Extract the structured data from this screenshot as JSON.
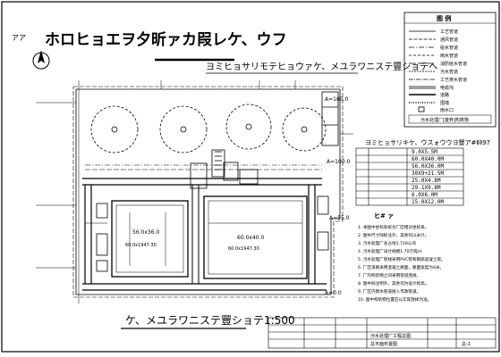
{
  "drawing": {
    "corner_code": "アア",
    "title": "ホロヒョエヲ夕昕ァカ叚レケ、ウフ",
    "subtitle": "ヨミヒョサリモテヒョウァケ、メユラワニステ豐ショテヘ",
    "plan_caption": "ケ、メユラワニステ豐ショテ1:500",
    "compass_label": "N",
    "legend_header": "图 例",
    "legend_items": [
      "工艺管道",
      "通风管道",
      "给水管道",
      "雨水管道",
      "消防给水管道",
      "污水管道",
      "工艺排水管道",
      "电缆沟",
      "道路",
      "围墙",
      "雨水口"
    ],
    "legend_special_item": "污水处理厂[废弃]构筑物",
    "structures_table_title": "ヨミヒョサリキケ、ウスォウウヨ豐ア#ⅡⅡ97",
    "structures_table_rows": [
      {
        "name": "",
        "size": "9.0X5.5M"
      },
      {
        "name": "",
        "size": "60.0X40.0M"
      },
      {
        "name": "",
        "size": "56.0X36.0M"
      },
      {
        "name": "",
        "size": "30X9+21.5M"
      },
      {
        "name": "",
        "size": "25.0X4.8M"
      },
      {
        "name": "",
        "size": "29.1X9.8M"
      },
      {
        "name": "",
        "size": "6.0X6.0M"
      },
      {
        "name": "",
        "size": "15.0X12.0M"
      }
    ],
    "notes_header": "ヒ# ァ",
    "notes": [
      "1. 本图中坐标系统为厂区相对坐标系。",
      "2. 图中尺寸除标注外，其余均以米计。",
      "3. 污水处理厂总占地1.728公顷",
      "4. 污水处理厂设计规模1.70万吨/d",
      "5. 污水处理厂管线采用PVC管和钢筋混凝土管。",
      "6. 厂区道路采用混凝土路面，路面宽度为4米。",
      "7. 厂内构筑物之间采用管道连接。",
      "8. 图中除注明外，其余均为设计标高。",
      "9. 厂区内雨水管道接入市政管道。",
      "10. 图中构筑物位置应以实际放样为准。"
    ],
    "elevation_labels": [
      "A=160.0",
      "A=100.0",
      "A=55.0",
      "A=0.0"
    ],
    "pond_left_label": "56.0x36.0",
    "pond_right_label": "60.0x40.0",
    "pond_left_coord": "60.0x1947.30",
    "pond_right_coord": "60.0x1947.30",
    "title_block": {
      "project": "污水处理厂工程总图",
      "drawing_name": "总平面布置图",
      "sheet_no": "总-1"
    }
  }
}
